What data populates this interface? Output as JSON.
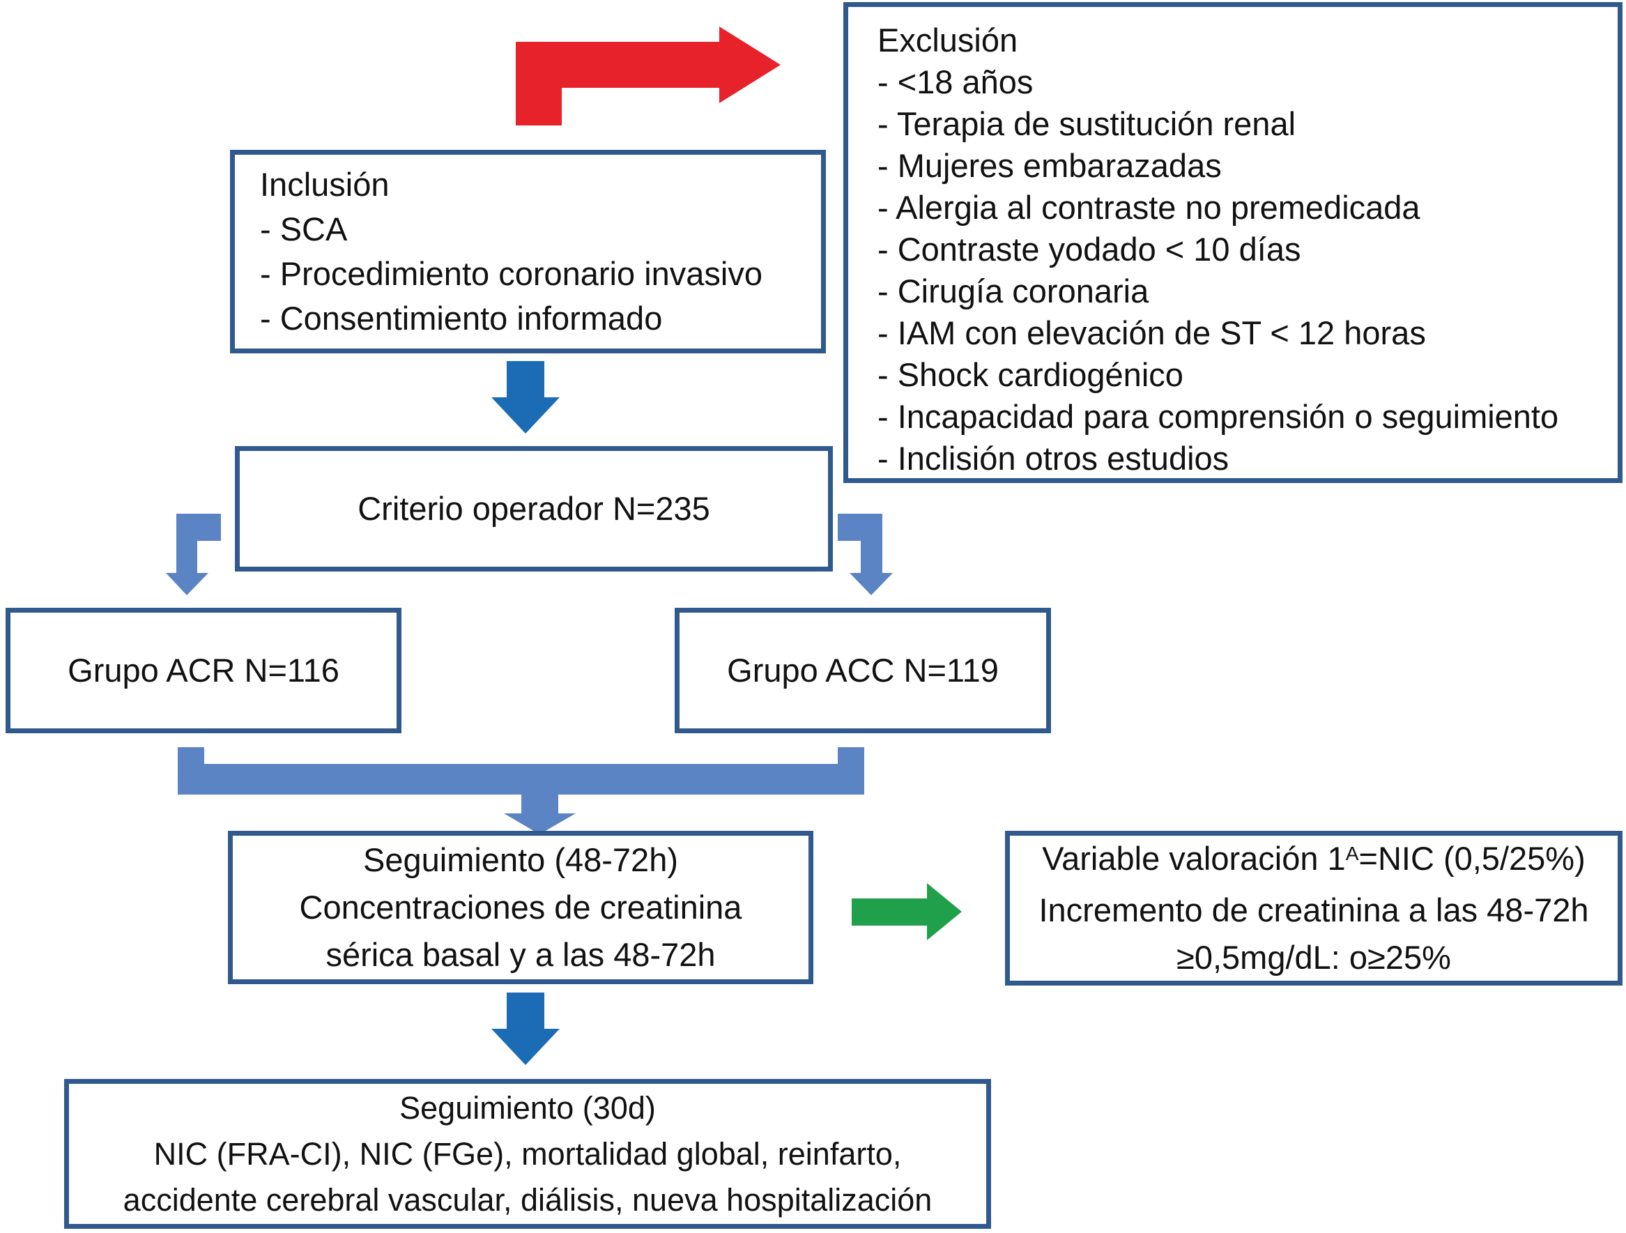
{
  "figure": {
    "background": "#ffffff"
  },
  "colors": {
    "box_border": "#305a8e",
    "text": "#111111",
    "arrow_red": "#e8222b",
    "arrow_blue": "#1b6cb5",
    "arrow_steel": "#5b84c4",
    "arrow_green": "#21a04b"
  },
  "boxes": {
    "inclusion": {
      "lines": [
        "Inclusión",
        "- SCA",
        "- Procedimiento coronario invasivo",
        "- Consentimiento informado"
      ]
    },
    "exclusion": {
      "lines": [
        "Exclusión",
        "- <18 años",
        "- Terapia de sustitución renal",
        "- Mujeres embarazadas",
        "- Alergia al contraste no premedicada",
        "- Contraste yodado < 10 días",
        "- Cirugía coronaria",
        "- IAM con elevación de ST < 12 horas",
        "- Shock cardiogénico",
        "- Incapacidad para comprensión o seguimiento",
        "- Inclisión otros estudios"
      ]
    },
    "criterio": {
      "label": "Criterio operador N=235"
    },
    "grupo_acr": {
      "label": "Grupo ACR N=116"
    },
    "grupo_acc": {
      "label": "Grupo ACC N=119"
    },
    "seguimiento_48_72": {
      "lines": [
        "Seguimiento (48-72h)",
        "Concentraciones de creatinina",
        "sérica basal y a las 48-72h"
      ]
    },
    "variable_valoracion": {
      "line1_prefix": "Variable valoración 1",
      "line1_sup": "A",
      "line1_suffix": "=NIC (0,5/25%)",
      "line2": "Incremento de creatinina a las 48-72h",
      "line3": "≥0,5mg/dL: o≥25%"
    },
    "seguimiento_30d": {
      "lines": [
        "Seguimiento (30d)",
        "NIC (FRA-CI), NIC (FGe), mortalidad global, reinfarto,",
        "accidente cerebral vascular, diálisis, nueva hospitalización"
      ]
    }
  }
}
